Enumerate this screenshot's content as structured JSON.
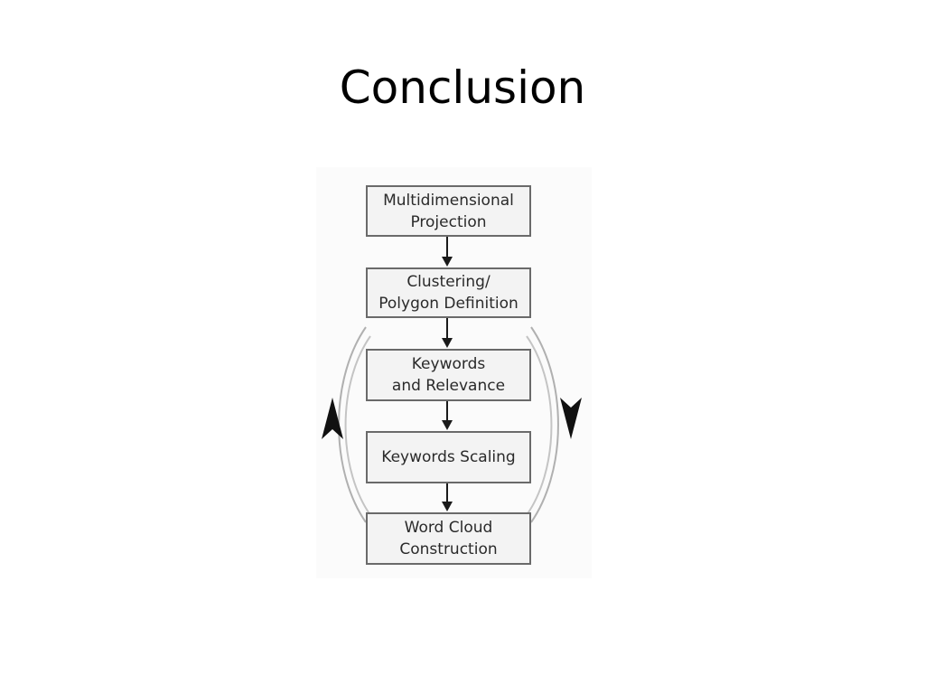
{
  "slide": {
    "title": "Conclusion"
  },
  "flowchart": {
    "steps": [
      "Multidimensional\nProjection",
      "Clustering/\nPolygon Definition",
      "Keywords\nand Relevance",
      "Keywords Scaling",
      "Word Cloud\nConstruction"
    ]
  },
  "colors": {
    "box_fill": "#f3f3f3",
    "box_border": "#6a6a6a",
    "arrow": "#1a1a1a",
    "loop_band": "#b5b5b5"
  }
}
